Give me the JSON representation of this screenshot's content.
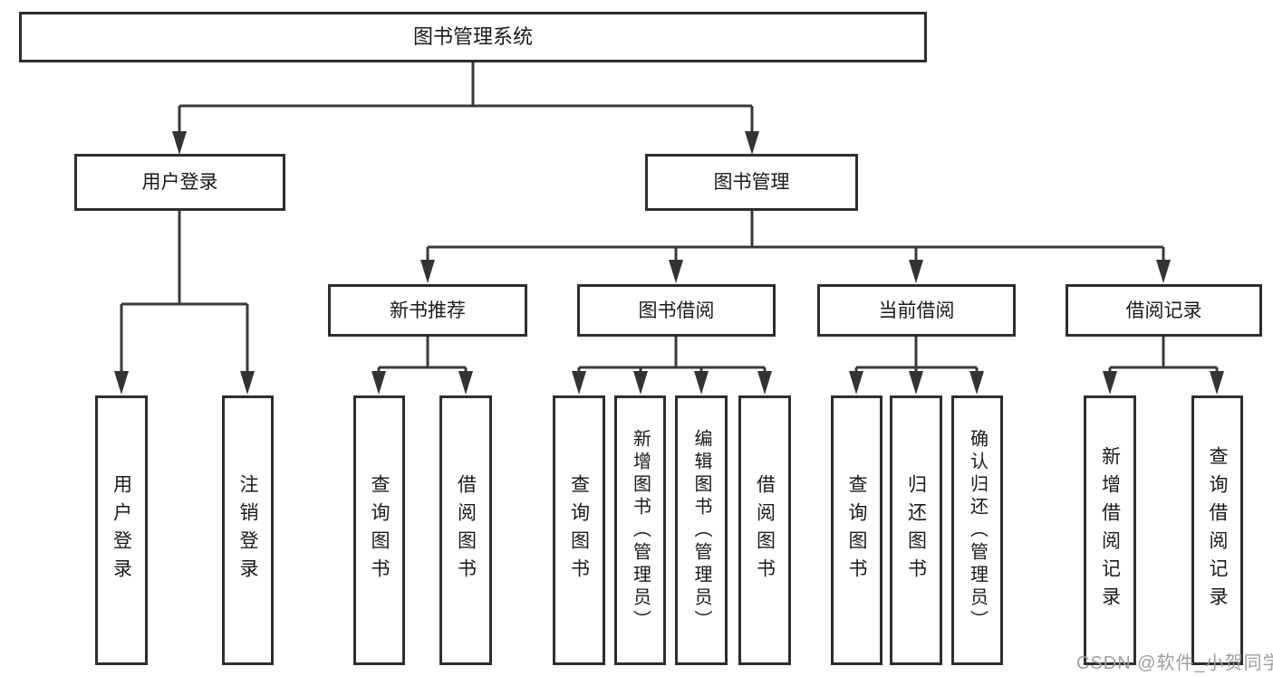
{
  "diagram": {
    "root": {
      "label": "图书管理系统"
    },
    "level2": [
      {
        "label": "用户登录"
      },
      {
        "label": "图书管理"
      }
    ],
    "level3": [
      {
        "label": "新书推荐"
      },
      {
        "label": "图书借阅"
      },
      {
        "label": "当前借阅"
      },
      {
        "label": "借阅记录"
      }
    ],
    "leaves": [
      {
        "label": "用户登录"
      },
      {
        "label": "注销登录"
      },
      {
        "label": "查询图书"
      },
      {
        "label": "借阅图书"
      },
      {
        "label": "查询图书"
      },
      {
        "label": "新增图书（管理员）"
      },
      {
        "label": "编辑图书（管理员）"
      },
      {
        "label": "借阅图书"
      },
      {
        "label": "查询图书"
      },
      {
        "label": "归还图书"
      },
      {
        "label": "确认归还（管理员）"
      },
      {
        "label": "新增借阅记录"
      },
      {
        "label": "查询借阅记录"
      }
    ],
    "watermark": "CSDN @软件_小贺同学",
    "colors": {
      "line": "#3a3a3a",
      "border": "#2e2e2e",
      "text": "#1a1a1a",
      "watermark": "#9e9e9e"
    }
  }
}
